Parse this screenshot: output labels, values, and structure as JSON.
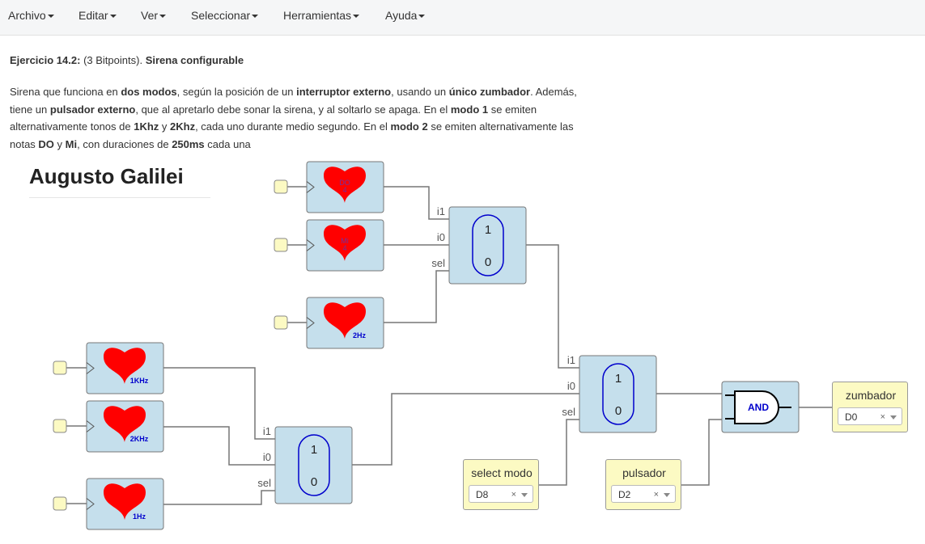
{
  "menu": [
    "Archivo",
    "Editar",
    "Ver",
    "Seleccionar",
    "Herramientas",
    "Ayuda"
  ],
  "exercise": {
    "title": "Ejercicio 14.2:",
    "points": "(3 Bitpoints).",
    "name": "Sirena configurable"
  },
  "description": [
    {
      "t": "Sirena que funciona en ",
      "b": false
    },
    {
      "t": "dos modos",
      "b": true
    },
    {
      "t": ", según la posición de un ",
      "b": false
    },
    {
      "t": "interruptor externo",
      "b": true
    },
    {
      "t": ", usando un ",
      "b": false
    },
    {
      "t": "único zumbador",
      "b": true
    },
    {
      "t": ". Además, tiene un ",
      "b": false
    },
    {
      "t": "pulsador externo",
      "b": true
    },
    {
      "t": ", que al apretarlo debe sonar la sirena, y al soltarlo se apaga. En el ",
      "b": false
    },
    {
      "t": "modo 1",
      "b": true
    },
    {
      "t": " se emiten alternativamente tonos de ",
      "b": false
    },
    {
      "t": "1Khz",
      "b": true
    },
    {
      "t": " y ",
      "b": false
    },
    {
      "t": "2Khz",
      "b": true
    },
    {
      "t": ", cada uno durante medio segundo. En el ",
      "b": false
    },
    {
      "t": "modo 2",
      "b": true
    },
    {
      "t": " se emiten alternativamente las notas ",
      "b": false
    },
    {
      "t": "DO",
      "b": true
    },
    {
      "t": " y ",
      "b": false
    },
    {
      "t": "Mi",
      "b": true
    },
    {
      "t": ", con duraciones de ",
      "b": false
    },
    {
      "t": "250ms",
      "b": true
    },
    {
      "t": " cada una",
      "b": false
    }
  ],
  "student": "Augusto Galilei",
  "hearts": [
    {
      "label": "DO",
      "sub": "4"
    },
    {
      "label": "Mi",
      "sub": "4"
    },
    {
      "label": "2Hz"
    },
    {
      "label": "1KHz"
    },
    {
      "label": "2KHz"
    },
    {
      "label": "1Hz"
    }
  ],
  "mux": {
    "in1": "i1",
    "in0": "i0",
    "sel": "sel",
    "v1": "1",
    "v0": "0"
  },
  "and_label": "AND",
  "outputs": {
    "zumbador": {
      "label": "zumbador",
      "value": "D0"
    }
  },
  "inputs": {
    "select_modo": {
      "label": "select modo",
      "value": "D8"
    },
    "pulsador": {
      "label": "pulsador",
      "value": "D2"
    }
  },
  "clear": "×",
  "colors": {
    "block": "#c5dfec",
    "heart": "#ff0000",
    "io_block": "#fcfac3",
    "mux_border": "#0000cc"
  }
}
